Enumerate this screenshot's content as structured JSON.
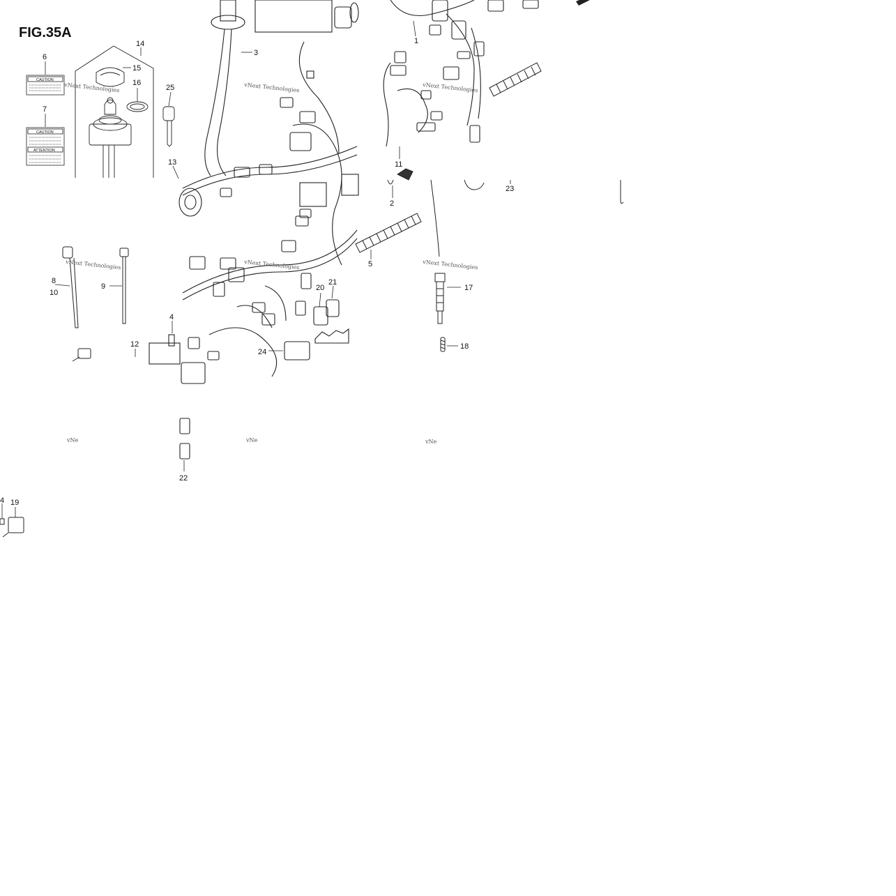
{
  "figure": {
    "title": "FIG.35A"
  },
  "watermark": {
    "text": "vNext Technologies",
    "partial_text": "vNe"
  },
  "labels": {
    "caution": "CAUTION",
    "attention": "ATTENTION"
  },
  "callouts": {
    "n1": "1",
    "n2": "2",
    "n3": "3",
    "n4": "4",
    "n4b": "4",
    "n5": "5",
    "n6": "6",
    "n7": "7",
    "n8": "8",
    "n9": "9",
    "n10": "10",
    "n11": "11",
    "n12": "12",
    "n13": "13",
    "n14": "14",
    "n15": "15",
    "n16": "16",
    "n17": "17",
    "n18": "18",
    "n19": "19",
    "n20": "20",
    "n21": "21",
    "n22": "22",
    "n23": "23",
    "n24": "24",
    "n25": "25"
  }
}
